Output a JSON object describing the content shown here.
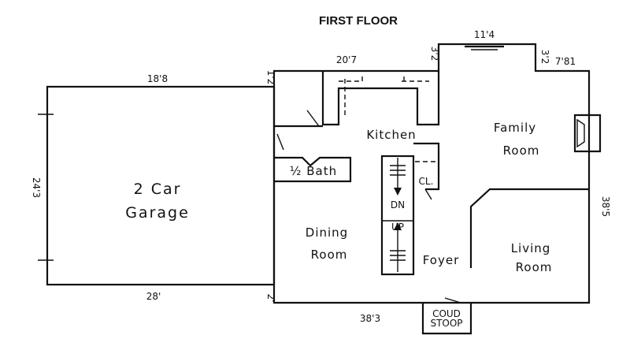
{
  "title": "FIRST FLOOR",
  "rooms": {
    "garage_line1": "2 Car",
    "garage_line2": "Garage",
    "kitchen": "Kitchen",
    "family_line1": "Family",
    "family_line2": "Room",
    "half_bath": "½ Bath",
    "closet": "CL.",
    "dining_line1": "Dining",
    "dining_line2": "Room",
    "foyer": "Foyer",
    "living_line1": "Living",
    "living_line2": "Room",
    "stoop_line1": "COUD",
    "stoop_line2": "STOOP",
    "stair_down": "DN",
    "stair_up": "UP"
  },
  "dimensions": {
    "garage_top": "18'8",
    "garage_left": "24'3",
    "garage_bottom": "28'",
    "kitchen_top": "20'7",
    "family_top": "11'4",
    "right_top": "7'81",
    "right_side": "38'5",
    "house_bottom": "38'3",
    "small_1": "1'2",
    "small_2": "3'2",
    "small_3": "3'2",
    "small_4": "2'"
  }
}
